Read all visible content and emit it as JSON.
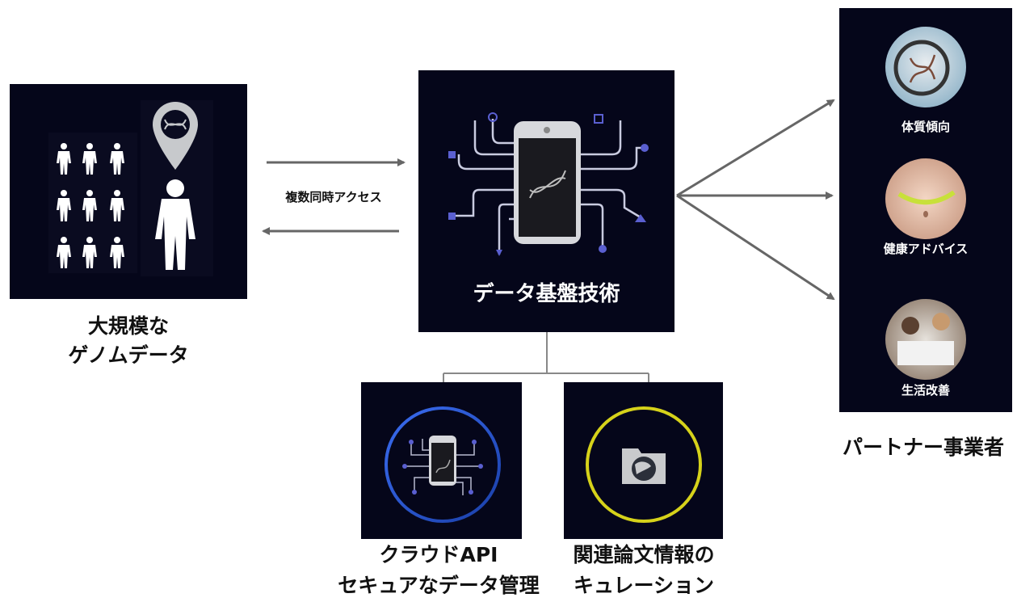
{
  "genome": {
    "caption_line1": "大規模な",
    "caption_line2": "ゲノムデータ"
  },
  "access": {
    "label": "複数同時アクセス"
  },
  "core": {
    "title": "データ基盤技術"
  },
  "cloud": {
    "caption_line1": "クラウドAPI",
    "caption_line2": "セキュアなデータ管理"
  },
  "papers": {
    "caption_line1": "関連論文情報の",
    "caption_line2": "キュレーション"
  },
  "partners": {
    "items": [
      {
        "label": "体質傾向"
      },
      {
        "label": "健康アドバイス"
      },
      {
        "label": "生活改善"
      }
    ],
    "caption": "パートナー事業者"
  },
  "colors": {
    "panel_bg": "#05061a",
    "arrow": "#666666",
    "circuit": "#c9cbe0",
    "circuit_node": "#5a5fd0",
    "ring_blue": "#2f5fe0",
    "ring_yellow": "#d6d21a"
  },
  "icons": [
    "person-icon",
    "location-pin-icon",
    "dna-icon",
    "smartphone-icon",
    "folder-globe-icon"
  ]
}
